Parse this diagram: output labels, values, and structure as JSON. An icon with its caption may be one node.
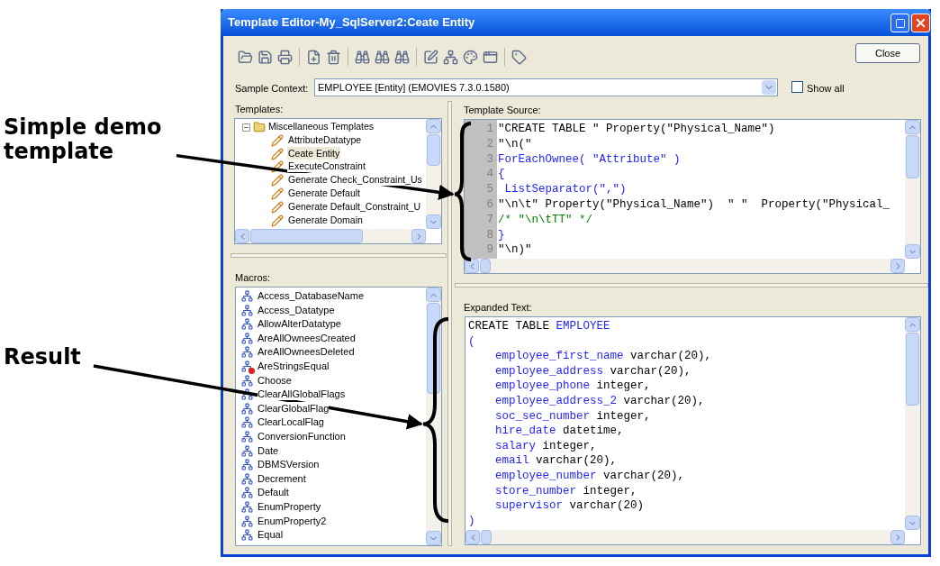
{
  "diagram": {
    "nodes": [
      {
        "text": [
          "Simple demo template"
        ]
      },
      {
        "text": [],
        "shape": "brace"
      },
      {
        "text": [
          "Result"
        ]
      },
      {
        "text": [],
        "shape": "brace"
      }
    ],
    "edges": [
      {
        "from": 0,
        "to": 1,
        "arrow": "to"
      },
      {
        "from": 2,
        "to": 3,
        "arrow": "to"
      }
    ],
    "labels": [
      "Template Editor-My_SqlServer2:Ceate Entity",
      "Close",
      "Sample Context:",
      "EMPLOYEE [Entity] (EMOVIES 7.3.0.1580)",
      "Show all",
      "Templates:",
      "Miscellaneous Templates",
      "AttributeDatatype",
      "Ceate Entity",
      "ExecuteConstraint",
      "Generate Check_Constraint_Us",
      "Generate Default",
      "Generate Default_Constraint_U",
      "Generate Domain",
      "Macros:",
      "Access_DatabaseName",
      "Access_Datatype",
      "AllowAlterDatatype",
      "AreAllOwneesCreated",
      "AreAllOwneesDeleted",
      "AreStringsEqual",
      "Choose",
      "ClearAllGlobalFlags",
      "ClearGlobalFlag",
      "ClearLocalFlag",
      "ConversionFunction",
      "Date",
      "DBMSVersion",
      "Decrement",
      "Default",
      "EnumProperty",
      "EnumProperty2",
      "Equal",
      "Template Source:",
      "1",
      "2",
      "3",
      "4",
      "5",
      "6",
      "7",
      "8",
      "9",
      "\"CREATE TABLE \" Property(\"Physical_Name\")",
      "\"\\n(\"",
      "ForEachOwnee( \"Attribute\" )",
      "{",
      " ListSeparator(\",\")",
      "\"\\n\\t\" Property(\"Physical_Name\")  \" \"  Property(\"Physical_",
      "/* \"\\n\\tTT\" */",
      "}",
      "\"\\n)\"",
      "Expanded Text:",
      "CREATE TABLE EMPLOYEE",
      "(",
      "    employee_first_name varchar(20),",
      "    employee_address varchar(20),",
      "    employee_phone integer,",
      "    employee_address_2 varchar(20),",
      "    soc_sec_number integer,",
      "    hire_date datetime,",
      "    salary integer,",
      "    email varchar(20),",
      "    employee_number varchar(20),",
      "    store_number integer,",
      "    supervisor varchar(20)",
      ")"
    ]
  }
}
